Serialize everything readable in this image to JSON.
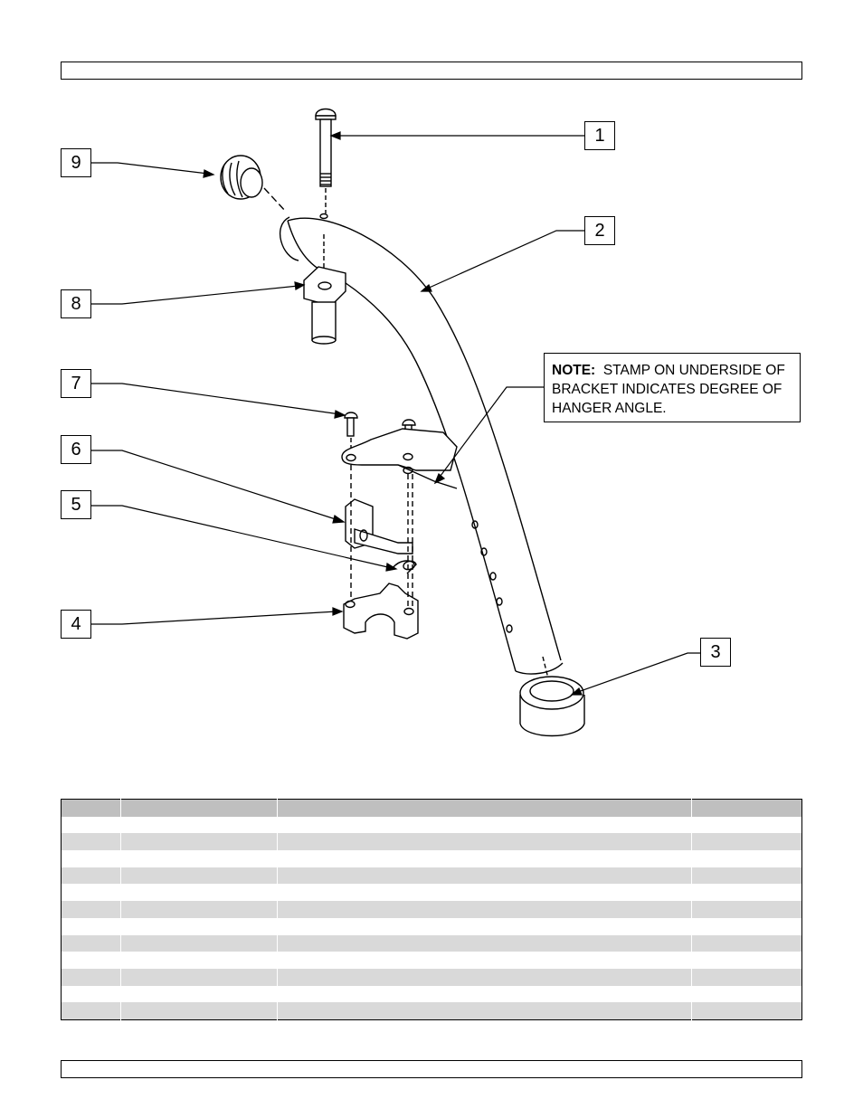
{
  "callouts": [
    {
      "number": "1",
      "part": "screw-bolt"
    },
    {
      "number": "2",
      "part": "tube"
    },
    {
      "number": "3",
      "part": "end-cap"
    },
    {
      "number": "4",
      "part": "bracket"
    },
    {
      "number": "5",
      "part": "spring"
    },
    {
      "number": "6",
      "part": "latch"
    },
    {
      "number": "7",
      "part": "screws"
    },
    {
      "number": "8",
      "part": "pin"
    },
    {
      "number": "9",
      "part": "plug"
    }
  ],
  "note": {
    "label": "NOTE:",
    "line1": "STAMP ON UNDERSIDE OF",
    "line2": "BRACKET INDICATES DEGREE OF",
    "line3": "HANGER ANGLE."
  },
  "parts_table": {
    "columns": 4,
    "rows": 13
  },
  "colors": {
    "header_row": "#bfbfbf",
    "shaded_row": "#d9d9d9",
    "line": "#000000"
  }
}
